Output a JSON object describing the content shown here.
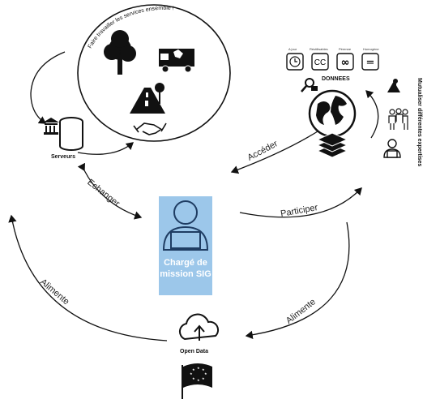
{
  "banner": "Faire travailler les services ensemble !",
  "nodes": {
    "servers": "Serveurs",
    "center": "Chargé de mission SIG",
    "open_data": "Open Data",
    "data": "DONNEES"
  },
  "data_tags": [
    "A jour",
    "Réutilisables",
    "Pérenne",
    "Homogène"
  ],
  "data_tag_symbols": [
    "CC",
    "∞",
    "="
  ],
  "expertise": "Mutualiser différentes expertises",
  "flows": {
    "echanger": "Echanger",
    "acceder": "Accéder",
    "participer": "Participer",
    "alimente_left": "Alimente",
    "alimente_right": "Alimente"
  },
  "icons": [
    "tree-icon",
    "garbage-truck-icon",
    "road-icon",
    "handshake-icon",
    "bank-icon",
    "database-icon",
    "person-laptop-icon",
    "cloud-upload-icon",
    "eu-flag-icon",
    "globe-icon",
    "layers-icon",
    "magnifier-icon",
    "clock-icon",
    "hiker-icon",
    "group-icon",
    "reader-icon"
  ]
}
